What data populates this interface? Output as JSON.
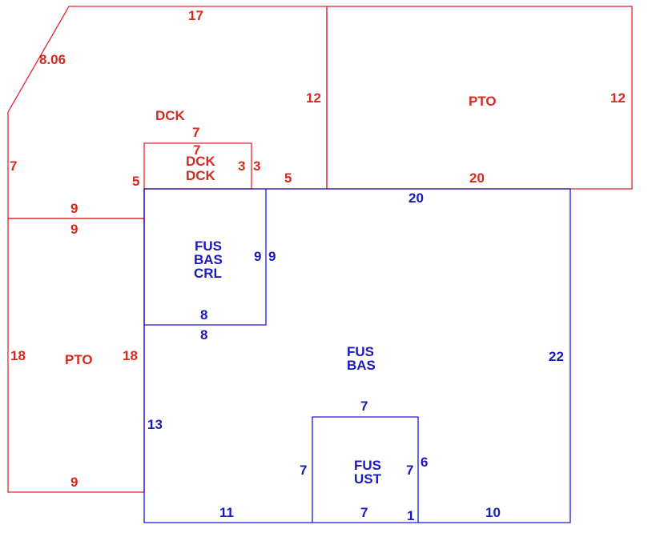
{
  "colors": {
    "red": "#d42a20",
    "blue": "#1a1ab8"
  },
  "areas": {
    "dck_main": "DCK",
    "dck_inner_1": "DCK",
    "dck_inner_2": "DCK",
    "pto_right": "PTO",
    "pto_left": "PTO",
    "fus_bas_crl": [
      "FUS",
      "BAS",
      "CRL"
    ],
    "fus_bas": [
      "FUS",
      "BAS"
    ],
    "fus_ust": [
      "FUS",
      "UST"
    ]
  },
  "dims": {
    "top_17": "17",
    "diag_806": "8.06",
    "dck_left_7": "7",
    "dck_right_12": "12",
    "dck_inner_top_7a": "7",
    "dck_inner_top_7b": "7",
    "dck_inner_left_5": "5",
    "dck_inner_right_3a": "3",
    "dck_inner_right_3b": "3",
    "dck_bottom_5": "5",
    "dck_bottom_9": "9",
    "pto_right_right_12": "12",
    "pto_right_bottom_20": "20",
    "fus_top_20": "20",
    "pto_left_top_9": "9",
    "pto_left_left_18": "18",
    "pto_left_right_18": "18",
    "pto_left_bottom_9": "9",
    "crl_right_9a": "9",
    "crl_right_9b": "9",
    "crl_bottom_8a": "8",
    "crl_bottom_8b": "8",
    "fus_right_22": "22",
    "fus_left_13": "13",
    "ust_top_7": "7",
    "ust_left_7": "7",
    "ust_right_7": "7",
    "ust_right_6": "6",
    "ust_bottom_7": "7",
    "ust_bottom_1": "1",
    "fus_bottom_11": "11",
    "fus_bottom_10": "10"
  }
}
